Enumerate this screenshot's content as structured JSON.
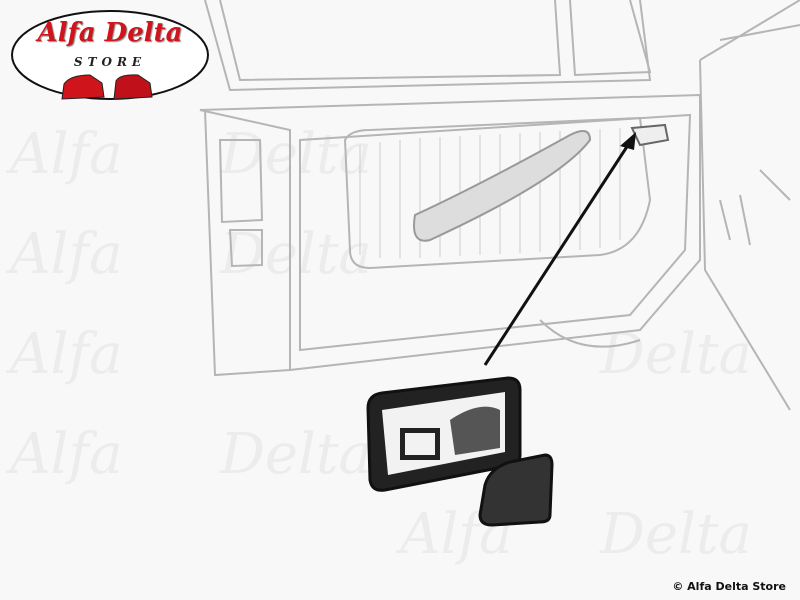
{
  "logo": {
    "brand": "Alfa Delta",
    "subtitle": "STORE"
  },
  "watermark": "Alfa Delta",
  "copyright": "© Alfa Delta Store",
  "colors": {
    "line": "#b8b8b8",
    "part": "#111111",
    "brand_red": "#d0141c"
  }
}
